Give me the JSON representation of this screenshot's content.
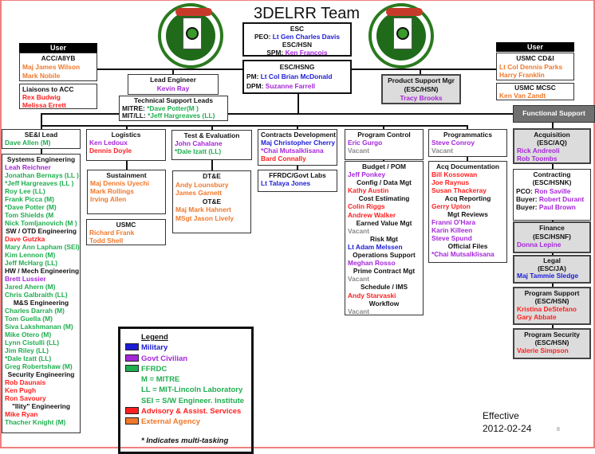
{
  "title": "3DELRR Team",
  "colors": {
    "mil": "#1c1cd6",
    "civ": "#a526d9",
    "ffrdc": "#1fae4f",
    "aas": "#ff1f1f",
    "ext": "#f0782a"
  },
  "user_left_header": "User",
  "user_right_header": "User",
  "functional_support": "Functional Support",
  "boxes": {
    "esc": [
      {
        "h": "ESC"
      },
      {
        "l": "PEO:",
        "t": "Lt Gen Charles Davis",
        "c": "mil",
        "center": true
      },
      {
        "h": "ESC/HSN"
      },
      {
        "l": "SPM:",
        "t": "Ken Francois",
        "c": "civ",
        "center": true
      }
    ],
    "hsng": [
      {
        "h": "ESC/HSNG"
      },
      {
        "l": "PM:",
        "t": "Lt Col Brian McDonald",
        "c": "mil"
      },
      {
        "l": "DPM:",
        "t": "Suzanne Farrell",
        "c": "civ"
      }
    ],
    "acc": [
      {
        "h": "ACC/A8YB"
      },
      {
        "t": "Maj James Wilson",
        "c": "ext"
      },
      {
        "t": "Mark Nobile",
        "c": "ext"
      }
    ],
    "liaisons": [
      {
        "t": "Liaisons to ACC",
        "c": "lbl"
      },
      {
        "t": "Rex Budwig",
        "c": "aas"
      },
      {
        "t": "Melissa Errett",
        "c": "aas"
      }
    ],
    "lead": [
      {
        "h": "Lead Engineer"
      },
      {
        "t": "Kevin Ray",
        "c": "civ",
        "center": true
      }
    ],
    "tsl": [
      {
        "h": "Technical Support Leads"
      },
      {
        "l": "MITRE:",
        "t": "*Dave Potter(M )",
        "c": "ffrdc"
      },
      {
        "l": "MIT/LL:",
        "t": "*Jeff Hargreaves (LL)",
        "c": "ffrdc"
      }
    ],
    "psm": [
      {
        "h": "Product Support Mgr"
      },
      {
        "h": "(ESC/HSN)"
      },
      {
        "t": "Tracy Brooks",
        "c": "civ",
        "center": true
      }
    ],
    "cdi": [
      {
        "h": "USMC CD&I"
      },
      {
        "t": "Lt Col Dennis Parks",
        "c": "ext"
      },
      {
        "t": "Harry Franklin",
        "c": "ext"
      }
    ],
    "mcsc": [
      {
        "h": "USMC MCSC"
      },
      {
        "t": "Ken Van Zandt",
        "c": "ext"
      }
    ],
    "sei": [
      {
        "h": "SE&I Lead"
      },
      {
        "t": "Dave Allen (M)",
        "c": "ffrdc"
      }
    ],
    "syseng": [
      {
        "h": "Systems Engineering"
      },
      {
        "t": "Leah Reichner",
        "c": "civ"
      },
      {
        "t": "Jonathan Bernays (LL )",
        "c": "ffrdc"
      },
      {
        "t": "*Jeff Hargreaves  (LL )",
        "c": "ffrdc"
      },
      {
        "t": "Roy Lee  (LL)",
        "c": "ffrdc"
      },
      {
        "t": "Frank Picca (M)",
        "c": "ffrdc"
      },
      {
        "t": "*Dave Potter (M)",
        "c": "ffrdc"
      },
      {
        "t": "Tom Shields  (M",
        "c": "ffrdc"
      },
      {
        "t": "Nick Tomljanovich (M )",
        "c": "ffrdc"
      },
      {
        "h": "SW / OTD Engineering"
      },
      {
        "t": "Dave Gutzka",
        "c": "aas"
      },
      {
        "t": "Mary Ann Lapham (SEI)",
        "c": "ffrdc"
      },
      {
        "t": "Kim Lennon (M)",
        "c": "ffrdc"
      },
      {
        "t": "Jeff McHarg  (LL)",
        "c": "ffrdc"
      },
      {
        "h": "HW / Mech Engineering"
      },
      {
        "t": "Brett Lussier",
        "c": "civ"
      },
      {
        "t": "Jared Ahern  (M)",
        "c": "ffrdc"
      },
      {
        "t": "Chris Galbraith (LL)",
        "c": "ffrdc"
      },
      {
        "h": "M&S Engineering"
      },
      {
        "t": "Charles Darrah (M)",
        "c": "ffrdc"
      },
      {
        "t": "Tom Guella  (M)",
        "c": "ffrdc"
      },
      {
        "t": "Siva Lakshmanan (M)",
        "c": "ffrdc"
      },
      {
        "t": "Mike Otero  (M)",
        "c": "ffrdc"
      },
      {
        "t": "Lynn Cistulli (LL)",
        "c": "ffrdc"
      },
      {
        "t": "Jim Riley  (LL)",
        "c": "ffrdc"
      },
      {
        "t": "*Dale Izatt  (LL)",
        "c": "ffrdc"
      },
      {
        "t": "Greg Robertshaw  (M)",
        "c": "ffrdc"
      },
      {
        "h": "Security Engineering"
      },
      {
        "t": "Rob Daunais",
        "c": "aas"
      },
      {
        "t": "Ken Pugh",
        "c": "aas"
      },
      {
        "t": "Ron Savoury",
        "c": "aas"
      },
      {
        "h": "\"Ility\" Engineering"
      },
      {
        "t": "Mike Ryan",
        "c": "aas"
      },
      {
        "t": "Thacher Knight (M)",
        "c": "ffrdc"
      }
    ],
    "logistics": [
      {
        "h": "Logistics"
      },
      {
        "t": "Ken Ledoux",
        "c": "civ"
      },
      {
        "t": "Dennis Doyle",
        "c": "aas"
      }
    ],
    "sustain": [
      {
        "h": "Sustainment"
      },
      {
        "t": "Maj Dennis Uyechi",
        "c": "ext"
      },
      {
        "t": "Mark Rollings",
        "c": "ext"
      },
      {
        "t": "Irving Allen",
        "c": "ext"
      }
    ],
    "usmc": [
      {
        "h": "USMC"
      },
      {
        "t": "Richard Frank",
        "c": "ext"
      },
      {
        "t": "Todd Shell",
        "c": "ext"
      }
    ],
    "te": [
      {
        "h": "Test & Evaluation"
      },
      {
        "t": "John Cahalane",
        "c": "civ"
      },
      {
        "t": "*Dale Izatt  (LL)",
        "c": "ffrdc"
      }
    ],
    "dte": [
      {
        "h": "DT&E"
      },
      {
        "t": "Andy Lounsbury",
        "c": "ext"
      },
      {
        "t": "James Garnett",
        "c": "ext"
      },
      {
        "h": "OT&E"
      },
      {
        "t": "Maj Mark Hahnert",
        "c": "ext"
      },
      {
        "t": "MSgt Jason Lively",
        "c": "ext"
      }
    ],
    "contracts": [
      {
        "h": "Contracts Development"
      },
      {
        "t": "Maj Christopher Cherry",
        "c": "mil"
      },
      {
        "t": "*Chai Mutsalklisana",
        "c": "civ"
      },
      {
        "t": "Bard Connally",
        "c": "aas"
      }
    ],
    "ffrdc": [
      {
        "h": "FFRDC/Govt Labs"
      },
      {
        "t": "Lt Talaya Jones",
        "c": "mil"
      }
    ],
    "pc": [
      {
        "h": "Program Control"
      },
      {
        "t": "Eric Gurgo",
        "c": "civ"
      },
      {
        "t": "Vacant",
        "c": "vac"
      }
    ],
    "budget": [
      {
        "h": "Budget / POM"
      },
      {
        "t": "Jeff Ponkey",
        "c": "civ"
      },
      {
        "h": "Config / Data Mgt"
      },
      {
        "t": "Kathy Austin",
        "c": "aas"
      },
      {
        "h": "Cost Estimating"
      },
      {
        "t": "Colin Riggs",
        "c": "aas"
      },
      {
        "t": "Andrew Walker",
        "c": "aas"
      },
      {
        "h": "Earned Value Mgt"
      },
      {
        "t": "Vacant",
        "c": "vac"
      },
      {
        "h": "Risk Mgt"
      },
      {
        "t": "Lt Adam Melssen",
        "c": "mil"
      },
      {
        "h": "Operations Support"
      },
      {
        "t": "Meghan Rosso",
        "c": "civ"
      },
      {
        "h": "Prime Contract Mgt"
      },
      {
        "t": "Vacant",
        "c": "vac"
      },
      {
        "h": "Schedule / IMS"
      },
      {
        "t": "Andy Starvaski",
        "c": "aas"
      },
      {
        "h": "Workflow"
      },
      {
        "t": "Vacant",
        "c": "vac"
      }
    ],
    "prog": [
      {
        "h": "Programmatics"
      },
      {
        "t": "Steve Conroy",
        "c": "civ"
      },
      {
        "t": "Vacant",
        "c": "vac"
      }
    ],
    "acqdoc": [
      {
        "h": "Acq Documentation"
      },
      {
        "t": "Bill Kossowan",
        "c": "aas"
      },
      {
        "t": "Joe Raynus",
        "c": "aas"
      },
      {
        "t": "Susan Thackeray",
        "c": "aas"
      },
      {
        "h": "Acq Reporting"
      },
      {
        "t": "Gerry Upton",
        "c": "aas"
      },
      {
        "h": "Mgt Reviews"
      },
      {
        "t": "Franni O'Hara",
        "c": "civ"
      },
      {
        "t": "Karin Killeen",
        "c": "civ"
      },
      {
        "t": "Steve Spund",
        "c": "civ"
      },
      {
        "h": "Official Files"
      },
      {
        "t": "*Chai Mutsalklisana",
        "c": "civ"
      }
    ],
    "acq": [
      {
        "h": "Acquisition"
      },
      {
        "h": "(ESC/AQ)"
      },
      {
        "t": "Rick Andreoli",
        "c": "civ"
      },
      {
        "t": "Rob Toombs",
        "c": "civ"
      }
    ],
    "contracting": [
      {
        "h": "Contracting"
      },
      {
        "h": "(ESC/HSNK)"
      },
      {
        "l": "PCO:",
        "t": "Ron Saville",
        "c": "civ"
      },
      {
        "l": "Buyer:",
        "t": "Robert Durant",
        "c": "civ"
      },
      {
        "l": "Buyer:",
        "t": "Paul Brown",
        "c": "civ"
      }
    ],
    "finance": [
      {
        "h": "Finance"
      },
      {
        "h": "(ESC/HSNF)"
      },
      {
        "t": "Donna Lepine",
        "c": "civ"
      }
    ],
    "legal": [
      {
        "h": "Legal"
      },
      {
        "h": "(ESC/JA)"
      },
      {
        "t": "Maj Tammie Sledge",
        "c": "mil"
      }
    ],
    "progsup": [
      {
        "h": "Program Support"
      },
      {
        "h": "(ESC/HSN)"
      },
      {
        "t": "Kristina DeStefano",
        "c": "aas"
      },
      {
        "t": "Gary Abbate",
        "c": "aas"
      }
    ],
    "progsec": [
      {
        "h": "Program Security"
      },
      {
        "h": "(ESC/HSN)"
      },
      {
        "t": "Valerie Simpson",
        "c": "aas"
      }
    ]
  },
  "legend": {
    "title": "Legend",
    "items": [
      {
        "label": "Military",
        "c": "mil"
      },
      {
        "label": "Govt Civilian",
        "c": "civ"
      },
      {
        "label": "FFRDC",
        "c": "ffrdc"
      }
    ],
    "ffrdc_notes": [
      "M = MITRE",
      "LL = MIT-Lincoln Laboratory",
      "SEI = S/W Engineer. Institute"
    ],
    "items2": [
      {
        "label": "Advisory & Assist. Services",
        "c": "aas"
      },
      {
        "label": "External Agency",
        "c": "ext"
      }
    ],
    "footnote": "* Indicates multi-tasking"
  },
  "effective_label": "Effective",
  "effective_date": "2012-02-24",
  "page_number": "8"
}
